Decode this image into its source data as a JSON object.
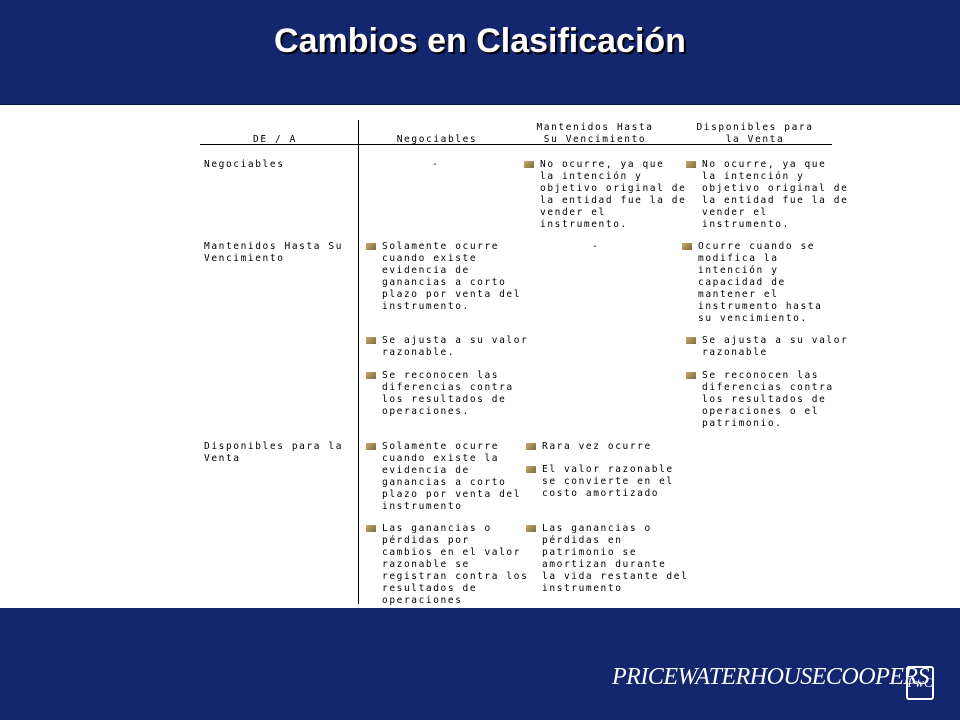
{
  "slide": {
    "title": "Cambios en Clasificación"
  },
  "table": {
    "headers": [
      "DE / A",
      "Negociables",
      "Mantenidos Hasta\nSu Vencimiento",
      "Disponibles para\nla Venta"
    ],
    "rows": [
      {
        "label": "Negociables",
        "col_negociables": "-",
        "col_mantenidos": [
          "No ocurre, ya que\nla intención y\nobjetivo original de\nla entidad fue la de\nvender el\ninstrumento."
        ],
        "col_disponibles": [
          "No ocurre, ya que\nla intención y\nobjetivo original de\nla entidad fue la de\nvender el\ninstrumento."
        ]
      },
      {
        "label": "Mantenidos Hasta Su\nVencimiento",
        "col_negociables": [
          "Solamente ocurre\ncuando existe\nevidencia de\nganancias a corto\nplazo por venta del\ninstrumento.",
          "Se ajusta a su valor\nrazonable.",
          "Se reconocen las\ndiferencias contra\nlos resultados de\noperaciones."
        ],
        "col_mantenidos": "-",
        "col_disponibles": [
          "Ocurre cuando se\nmodifica la\nintención y\ncapacidad de\nmantener el\ninstrumento hasta\nsu vencimiento.",
          "Se ajusta a su valor\nrazonable",
          "Se reconocen las\ndiferencias contra\nlos resultados de\noperaciones o el\npatrimonio."
        ]
      },
      {
        "label": "Disponibles para la\nVenta",
        "col_negociables": [
          "Solamente ocurre\ncuando existe la\nevidencia de\nganancias a corto\nplazo por venta del\ninstrumento",
          "Las ganancias o\npérdidas por\ncambios en el valor\nrazonable se\nregistran contra los\nresultados de\noperaciones"
        ],
        "col_mantenidos": [
          "Rara vez ocurre",
          "El valor razonable\nse convierte en el\ncosto amortizado",
          "Las ganancias o\npérdidas en\npatrimonio se\namortizan durante\nla vida restante del\ninstrumento"
        ]
      }
    ]
  },
  "footer": {
    "logo_text": "PRICEWATERHOUSECOOPERS",
    "logo_mark": "PwC"
  },
  "colors": {
    "brand_navy": "#13266e",
    "bullet": "#a8905a"
  }
}
